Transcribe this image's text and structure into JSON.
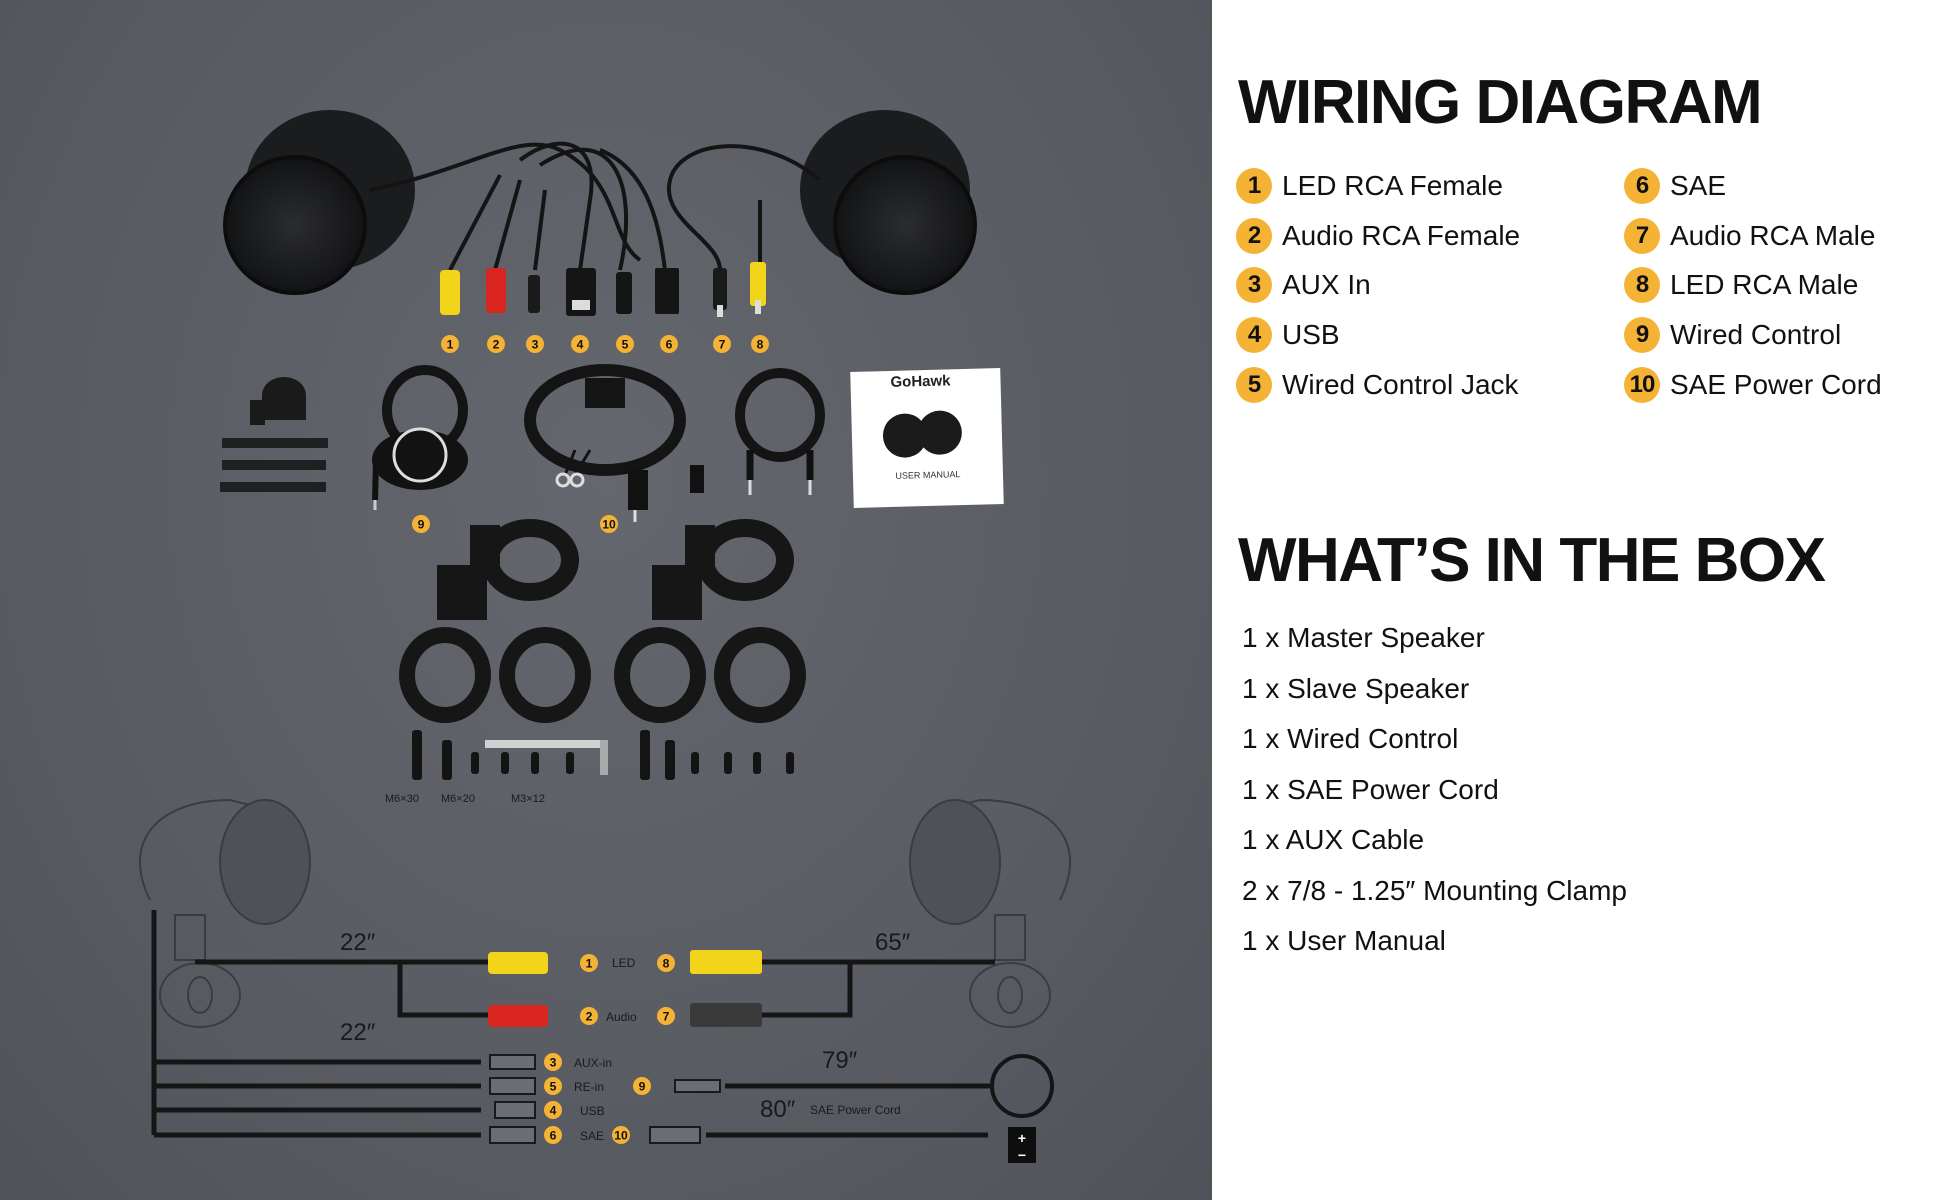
{
  "wiring": {
    "title": "WIRING DIAGRAM",
    "items": [
      {
        "num": "1",
        "label": "LED RCA Female"
      },
      {
        "num": "2",
        "label": "Audio RCA Female"
      },
      {
        "num": "3",
        "label": "AUX In"
      },
      {
        "num": "4",
        "label": "USB"
      },
      {
        "num": "5",
        "label": "Wired Control Jack"
      },
      {
        "num": "6",
        "label": "SAE"
      },
      {
        "num": "7",
        "label": "Audio RCA Male"
      },
      {
        "num": "8",
        "label": "LED RCA Male"
      },
      {
        "num": "9",
        "label": "Wired Control"
      },
      {
        "num": "10",
        "label": "SAE Power Cord"
      }
    ]
  },
  "box": {
    "title": "WHAT’S IN THE BOX",
    "items": [
      "1 x Master Speaker",
      "1 x Slave Speaker",
      "1 x Wired Control",
      "1 x SAE Power Cord",
      "1 x AUX Cable",
      "2 x 7/8 - 1.25″ Mounting Clamp",
      "1 x User Manual"
    ]
  },
  "photo": {
    "manual_brand": "GoHawk",
    "manual_title": "USER MANUAL",
    "screws": [
      "M6×30",
      "M6×20",
      "M3×12"
    ],
    "badge_color": "#f5b335"
  },
  "diagram": {
    "len_led_left": "22″",
    "len_audio_left": "22″",
    "len_right": "65″",
    "len_control": "79″",
    "len_power": "80″",
    "power_label": "SAE Power Cord",
    "port_led": "LED",
    "port_audio": "Audio",
    "port_aux": "AUX-in",
    "port_re": "RE-in",
    "port_usb": "USB",
    "port_sae": "SAE",
    "battery_plus": "+",
    "battery_minus": "−",
    "colors": {
      "led": "#f2d51b",
      "audio": "#d8261f",
      "audio_male": "#3a3a3a"
    }
  }
}
